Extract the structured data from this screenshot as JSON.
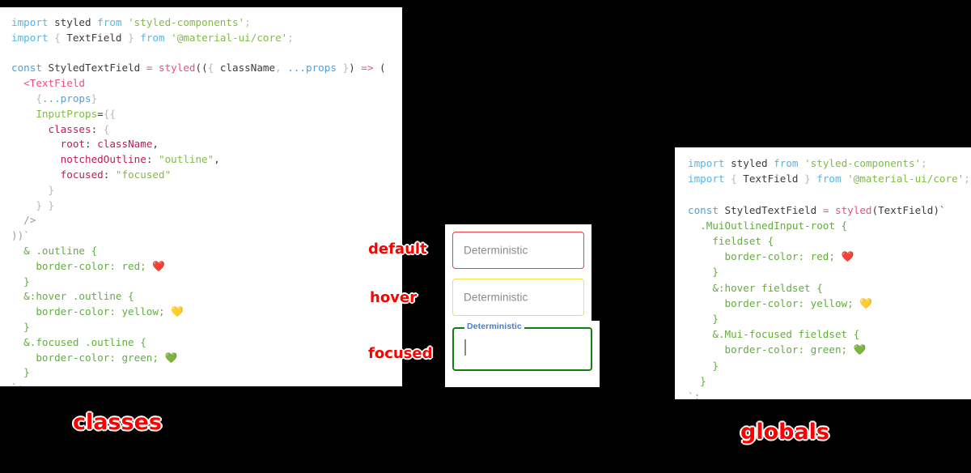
{
  "meta": {
    "background_color": "#000000",
    "panel_background": "#ffffff",
    "annotation_color": "#ff0000"
  },
  "left_panel": {
    "title": "classes",
    "code_lines": [
      [
        {
          "t": "import ",
          "c": "kw"
        },
        {
          "t": "styled",
          "c": "ident"
        },
        {
          "t": " from ",
          "c": "kw"
        },
        {
          "t": "'styled-components'",
          "c": "str"
        },
        {
          "t": ";",
          "c": "punct"
        }
      ],
      [
        {
          "t": "import ",
          "c": "kw"
        },
        {
          "t": "{",
          "c": "punct"
        },
        {
          "t": " TextField ",
          "c": "ident"
        },
        {
          "t": "}",
          "c": "punct"
        },
        {
          "t": " from ",
          "c": "kw"
        },
        {
          "t": "'@material-ui/core'",
          "c": "str"
        },
        {
          "t": ";",
          "c": "punct"
        }
      ],
      [],
      [
        {
          "t": "const ",
          "c": "const"
        },
        {
          "t": "StyledTextField ",
          "c": "ident"
        },
        {
          "t": "= ",
          "c": "op"
        },
        {
          "t": "styled",
          "c": "fn"
        },
        {
          "t": "((",
          "c": "ident"
        },
        {
          "t": "{",
          "c": "punct"
        },
        {
          "t": " className",
          "c": "ident"
        },
        {
          "t": ", ",
          "c": "punct"
        },
        {
          "t": "...props ",
          "c": "spread"
        },
        {
          "t": "}",
          "c": "punct"
        },
        {
          "t": ") ",
          "c": "ident"
        },
        {
          "t": "=> ",
          "c": "op"
        },
        {
          "t": "(",
          "c": "ident"
        }
      ],
      [
        {
          "t": "  <TextField",
          "c": "tag"
        }
      ],
      [
        {
          "t": "    ",
          "c": "ident"
        },
        {
          "t": "{",
          "c": "punct"
        },
        {
          "t": "...props",
          "c": "spread"
        },
        {
          "t": "}",
          "c": "punct"
        }
      ],
      [
        {
          "t": "    InputProps",
          "c": "attr"
        },
        {
          "t": "=",
          "c": "ident"
        },
        {
          "t": "{{",
          "c": "punct"
        }
      ],
      [
        {
          "t": "      classes",
          "c": "prop"
        },
        {
          "t": ": ",
          "c": "ident"
        },
        {
          "t": "{",
          "c": "punct"
        }
      ],
      [
        {
          "t": "        root",
          "c": "prop"
        },
        {
          "t": ": ",
          "c": "ident"
        },
        {
          "t": "className",
          "c": "prop"
        },
        {
          "t": ",",
          "c": "ident"
        }
      ],
      [
        {
          "t": "        notchedOutline",
          "c": "prop"
        },
        {
          "t": ": ",
          "c": "ident"
        },
        {
          "t": "\"outline\"",
          "c": "str"
        },
        {
          "t": ",",
          "c": "ident"
        }
      ],
      [
        {
          "t": "        focused",
          "c": "prop"
        },
        {
          "t": ": ",
          "c": "ident"
        },
        {
          "t": "\"focused\"",
          "c": "str"
        }
      ],
      [
        {
          "t": "      }",
          "c": "punct"
        }
      ],
      [
        {
          "t": "    } }",
          "c": "punct"
        }
      ],
      [
        {
          "t": "  />",
          "c": "gray"
        }
      ],
      [
        {
          "t": "))`",
          "c": "gray"
        }
      ],
      [
        {
          "t": "  & .outline {",
          "c": "css"
        }
      ],
      [
        {
          "t": "    border-color: red; ",
          "c": "css"
        },
        {
          "t": "❤️",
          "c": "emoji"
        }
      ],
      [
        {
          "t": "  }",
          "c": "css"
        }
      ],
      [
        {
          "t": "  &:hover .outline {",
          "c": "css"
        }
      ],
      [
        {
          "t": "    border-color: yellow; ",
          "c": "css"
        },
        {
          "t": "💛",
          "c": "emoji"
        }
      ],
      [
        {
          "t": "  }",
          "c": "css"
        }
      ],
      [
        {
          "t": "  &.focused .outline {",
          "c": "css"
        }
      ],
      [
        {
          "t": "    border-color: green; ",
          "c": "css"
        },
        {
          "t": "💚",
          "c": "emoji"
        }
      ],
      [
        {
          "t": "  }",
          "c": "css"
        }
      ],
      [
        {
          "t": "`;",
          "c": "gray"
        }
      ]
    ]
  },
  "right_panel": {
    "title": "globals",
    "code_lines": [
      [
        {
          "t": "import ",
          "c": "kw"
        },
        {
          "t": "styled",
          "c": "ident"
        },
        {
          "t": " from ",
          "c": "kw"
        },
        {
          "t": "'styled-components'",
          "c": "str"
        },
        {
          "t": ";",
          "c": "punct"
        }
      ],
      [
        {
          "t": "import ",
          "c": "kw"
        },
        {
          "t": "{",
          "c": "punct"
        },
        {
          "t": " TextField ",
          "c": "ident"
        },
        {
          "t": "}",
          "c": "punct"
        },
        {
          "t": " from ",
          "c": "kw"
        },
        {
          "t": "'@material-ui/core'",
          "c": "str"
        },
        {
          "t": ";",
          "c": "punct"
        }
      ],
      [],
      [
        {
          "t": "const ",
          "c": "const"
        },
        {
          "t": "StyledTextField ",
          "c": "ident"
        },
        {
          "t": "= ",
          "c": "op"
        },
        {
          "t": "styled",
          "c": "fn"
        },
        {
          "t": "(TextField)`",
          "c": "ident"
        }
      ],
      [
        {
          "t": "  .MuiOutlinedInput-root {",
          "c": "css"
        }
      ],
      [
        {
          "t": "    fieldset {",
          "c": "css"
        }
      ],
      [
        {
          "t": "      border-color: red; ",
          "c": "css"
        },
        {
          "t": "❤️",
          "c": "emoji"
        }
      ],
      [
        {
          "t": "    }",
          "c": "css"
        }
      ],
      [
        {
          "t": "    &:hover fieldset {",
          "c": "css"
        }
      ],
      [
        {
          "t": "      border-color: yellow; ",
          "c": "css"
        },
        {
          "t": "💛",
          "c": "emoji"
        }
      ],
      [
        {
          "t": "    }",
          "c": "css"
        }
      ],
      [
        {
          "t": "    &.Mui-focused fieldset {",
          "c": "css"
        }
      ],
      [
        {
          "t": "      border-color: green; ",
          "c": "css"
        },
        {
          "t": "💚",
          "c": "emoji"
        }
      ],
      [
        {
          "t": "    }",
          "c": "css"
        }
      ],
      [
        {
          "t": "  }",
          "c": "css"
        }
      ],
      [
        {
          "t": "`;",
          "c": "gray"
        }
      ]
    ]
  },
  "demo": {
    "states": [
      {
        "annotation": "default",
        "field_text": "Deterministic",
        "border_color": "#f24141",
        "label_visible": false
      },
      {
        "annotation": "hover",
        "field_text": "Deterministic",
        "border_color": "#f5e23a",
        "label_visible": false
      },
      {
        "annotation": "focused",
        "field_text": "Deterministic",
        "border_color": "#108010",
        "label_color": "#3e7fd4",
        "label_visible": true,
        "input_value": ""
      }
    ]
  }
}
